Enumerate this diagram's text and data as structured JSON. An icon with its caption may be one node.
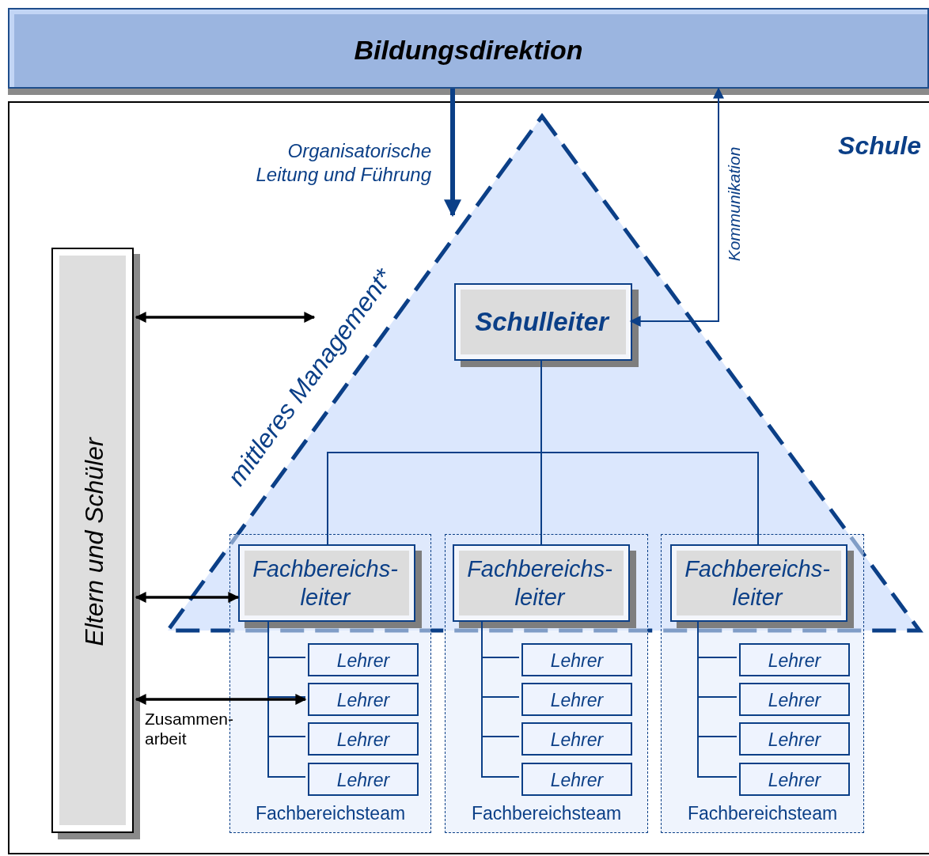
{
  "diagram": {
    "nodes": [
      {
        "text": [
          "Bildungsdirektion"
        ]
      },
      {
        "text": [
          "Schule"
        ]
      },
      {
        "text": [
          "Eltern und Schüler"
        ],
        "in": 1
      },
      {
        "text": [
          "mittleres Management*"
        ],
        "in": 1
      },
      {
        "text": [
          "Schulleiter"
        ],
        "in": 3
      },
      {
        "text": [
          "Fachbereichsteam"
        ],
        "in": 1
      },
      {
        "text": [
          "Fachbereichs- leiter"
        ]
      },
      {
        "text": [
          "Lehrer"
        ],
        "in": 5
      },
      {
        "text": [
          "Lehrer"
        ],
        "in": 5
      },
      {
        "text": [
          "Lehrer"
        ],
        "in": 5
      },
      {
        "text": [
          "Lehrer"
        ],
        "in": 5
      },
      {
        "text": [
          "Fachbereichsteam"
        ],
        "in": 1
      },
      {
        "text": [
          "Fachbereichs- leiter"
        ]
      },
      {
        "text": [
          "Lehrer"
        ],
        "in": 11
      },
      {
        "text": [
          "Lehrer"
        ],
        "in": 11
      },
      {
        "text": [
          "Lehrer"
        ],
        "in": 11
      },
      {
        "text": [
          "Lehrer"
        ],
        "in": 11
      },
      {
        "text": [
          "Fachbereichsteam"
        ],
        "in": 1
      },
      {
        "text": [
          "Fachbereichs- leiter"
        ]
      },
      {
        "text": [
          "Lehrer"
        ],
        "in": 17
      },
      {
        "text": [
          "Lehrer"
        ],
        "in": 17
      },
      {
        "text": [
          "Lehrer"
        ],
        "in": 17
      },
      {
        "text": [
          "Lehrer"
        ],
        "in": 17
      }
    ],
    "edges": [
      {
        "from": 0,
        "to": 3,
        "arrow": "to",
        "label": "Organisatorische Leitung und Führung",
        "style": "thick"
      },
      {
        "from": 4,
        "to": 0,
        "arrow": "both",
        "label": "Kommunikation"
      },
      {
        "from": 4,
        "to": 6,
        "arrow": "none"
      },
      {
        "from": 4,
        "to": 12,
        "arrow": "none"
      },
      {
        "from": 4,
        "to": 18,
        "arrow": "none"
      },
      {
        "from": 6,
        "to": 7,
        "arrow": "none"
      },
      {
        "from": 6,
        "to": 8,
        "arrow": "none"
      },
      {
        "from": 6,
        "to": 9,
        "arrow": "none"
      },
      {
        "from": 6,
        "to": 10,
        "arrow": "none"
      },
      {
        "from": 12,
        "to": 13,
        "arrow": "none"
      },
      {
        "from": 12,
        "to": 14,
        "arrow": "none"
      },
      {
        "from": 12,
        "to": 15,
        "arrow": "none"
      },
      {
        "from": 12,
        "to": 16,
        "arrow": "none"
      },
      {
        "from": 18,
        "to": 19,
        "arrow": "none"
      },
      {
        "from": 18,
        "to": 20,
        "arrow": "none"
      },
      {
        "from": 18,
        "to": 21,
        "arrow": "none"
      },
      {
        "from": 18,
        "to": 22,
        "arrow": "none"
      },
      {
        "from": 2,
        "to": 3,
        "arrow": "both",
        "color": "#000000"
      },
      {
        "from": 2,
        "to": 6,
        "arrow": "both",
        "color": "#000000"
      },
      {
        "from": 2,
        "to": 8,
        "arrow": "both",
        "color": "#000000",
        "label": "Zusammen- arbeit"
      }
    ]
  }
}
